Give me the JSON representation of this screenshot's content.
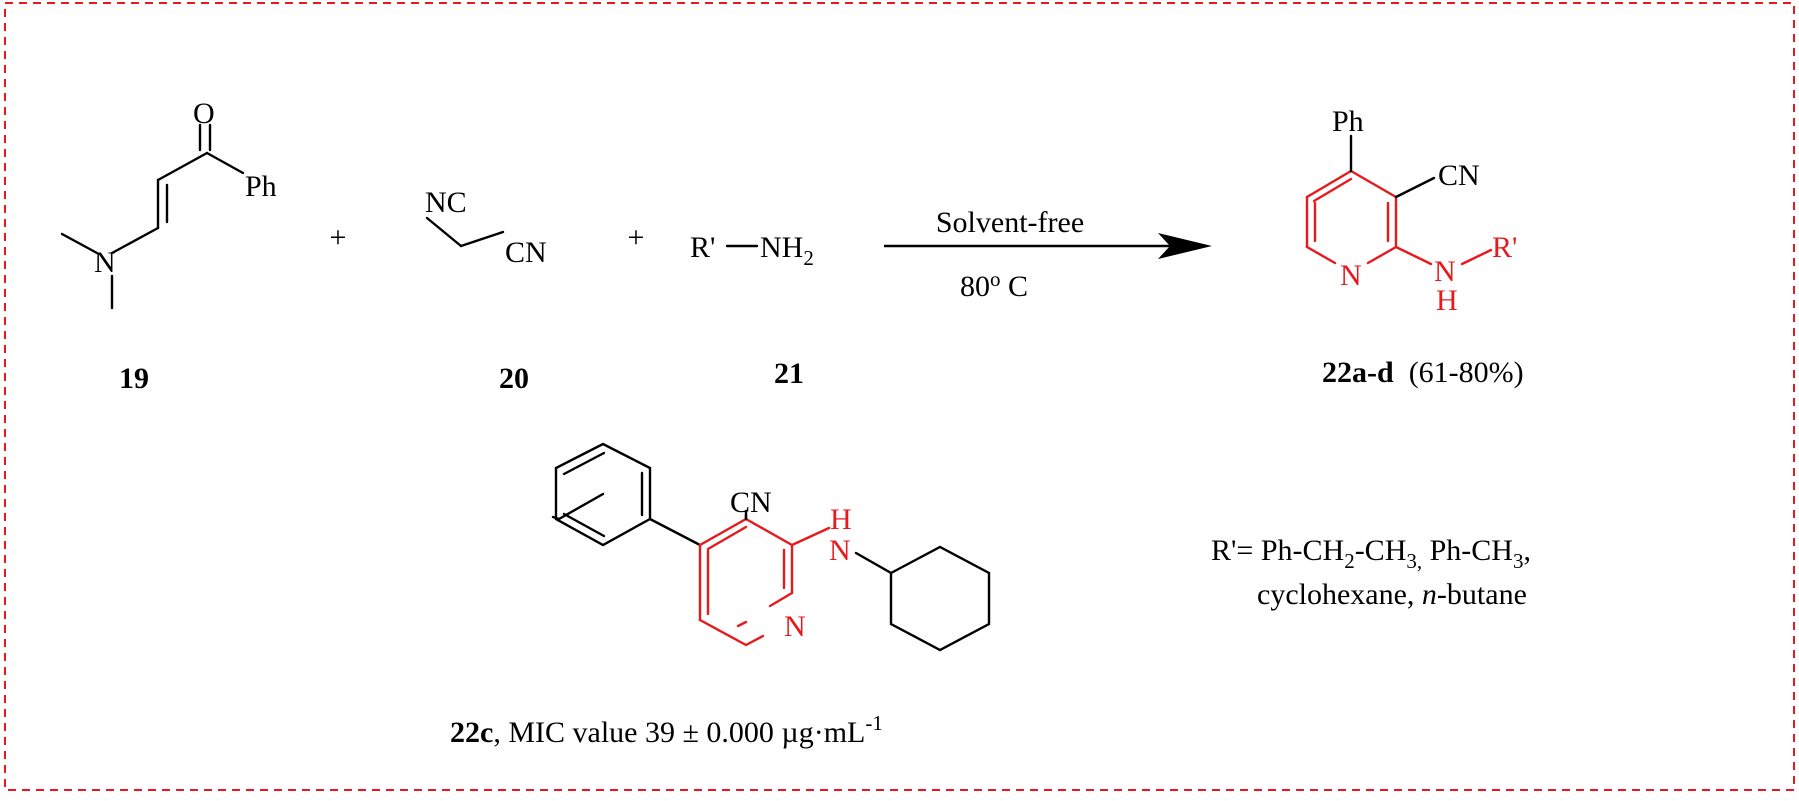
{
  "colors": {
    "frame": "#e8191c",
    "highlight": "#e8191c",
    "ink": "#000000"
  },
  "reactants": {
    "r19": {
      "label": "19",
      "atoms": {
        "oxygen": "O",
        "phenyl": "Ph",
        "nitrogen": "N"
      }
    },
    "r20": {
      "label": "20",
      "atoms": {
        "nc": "NC",
        "cn": "CN"
      }
    },
    "r21": {
      "label": "21",
      "atoms": {
        "r_prime": "R'",
        "amine_nh": "NH",
        "amine_sub": "2"
      }
    }
  },
  "plus_sign": "+",
  "conditions": {
    "top": "Solvent-free",
    "temp_value": "80",
    "temp_degree": "o",
    "temp_unit": " C"
  },
  "product": {
    "label": "22a-d",
    "yield": "(61-80%)",
    "atoms": {
      "phenyl": "Ph",
      "cn": "CN",
      "ring_n": "N",
      "amine_n": "N",
      "amine_h": "H",
      "r_prime": "R'"
    }
  },
  "example": {
    "label": "22c",
    "caption_text": ", MIC value 39 ± 0.000 µg·mL",
    "caption_sup": "-1",
    "atoms": {
      "cn": "CN",
      "amine_h": "H",
      "amine_n": "N",
      "ring_n": "N"
    }
  },
  "r_definition": {
    "lead": "R'= Ph-CH",
    "s1": "2",
    "mid1": "-CH",
    "s2": "3,",
    "mid2": " Ph-CH",
    "s3": "3",
    "tail": ",",
    "line2_a": "cyclohexane, ",
    "line2_italic": "n",
    "line2_b": "-butane"
  }
}
